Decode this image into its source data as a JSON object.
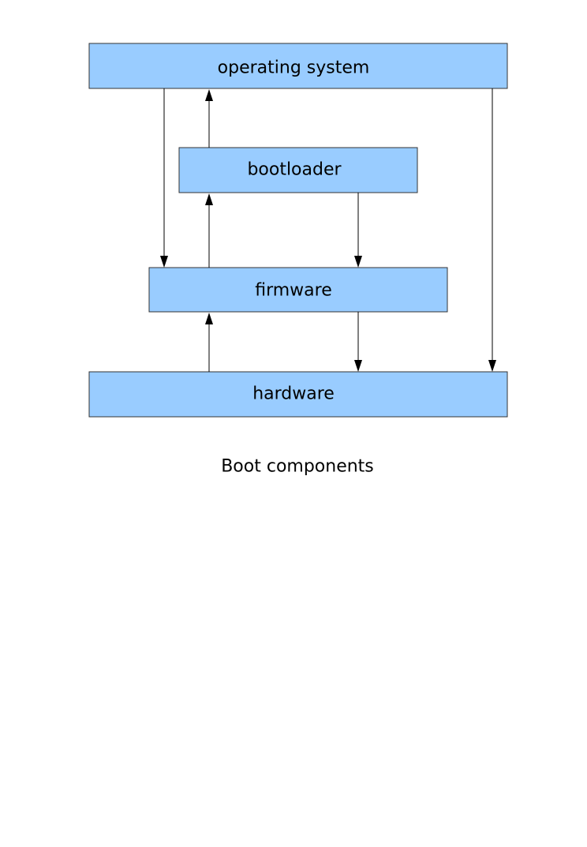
{
  "diagram": {
    "components": {
      "os": "operating system",
      "bootloader": "bootloader",
      "firmware": "firmware",
      "hardware": "hardware"
    },
    "caption": "Boot components"
  },
  "colors": {
    "box_fill": "#99ccff",
    "box_stroke": "#333333",
    "arrow": "#000000"
  }
}
